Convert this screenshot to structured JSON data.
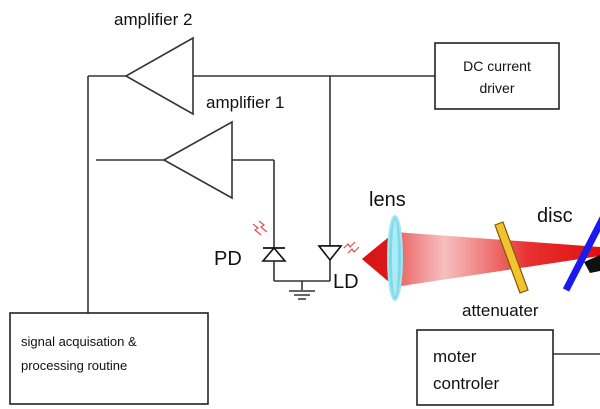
{
  "labels": {
    "amplifier_2": "amplifier 2",
    "amplifier_1": "amplifier 1",
    "dc_driver_line1": "DC current",
    "dc_driver_line2": "driver",
    "lens": "lens",
    "disc": "disc",
    "pd": "PD",
    "ld": "LD",
    "attenuater": "attenuater",
    "signal_line1": "signal acquisation &",
    "signal_line2": "processing routine",
    "moter_line1": "moter",
    "moter_line2": "controler"
  },
  "colors": {
    "wire": "#333333",
    "beam": "#e01010",
    "lens": "#7fd8e8",
    "attenuator_fill": "#f2c230",
    "attenuator_edge": "#7a5c00",
    "disc": "#1a1aee",
    "emission_marks": "#e05050"
  }
}
